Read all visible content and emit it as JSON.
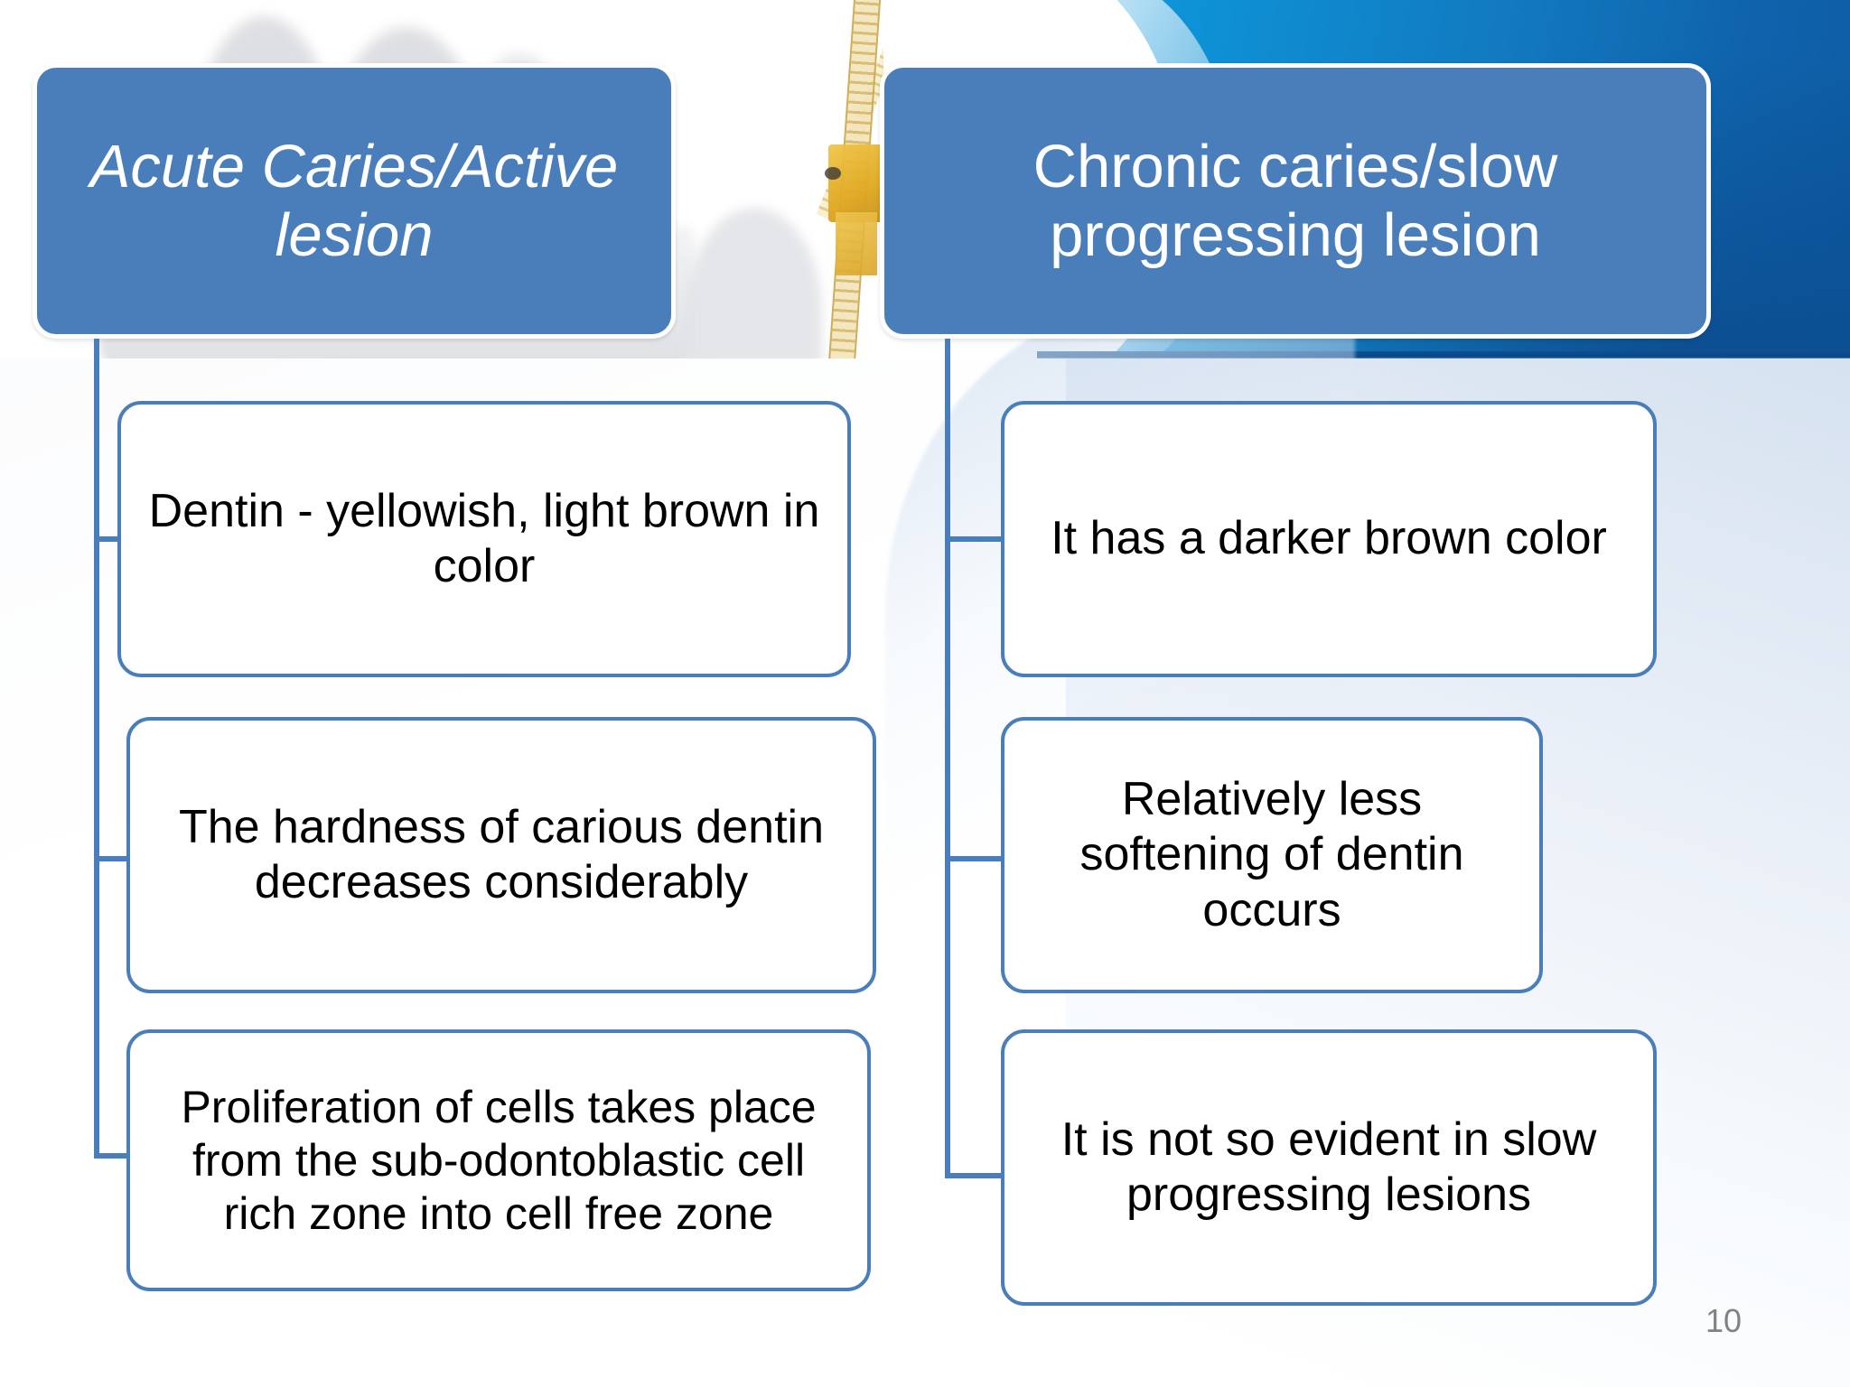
{
  "slide": {
    "page_number": "10",
    "accent_color": "#4a7ebb",
    "banner_color_start": "#0a9ede",
    "banner_color_end": "#0d5ba3",
    "text_color": "#000000",
    "header_text_color": "#ffffff",
    "page_number_color": "#808285"
  },
  "columns": [
    {
      "id": "acute",
      "header": "Acute Caries/Active lesion",
      "items": [
        "Dentin - yellowish, light brown in color",
        "The hardness of carious dentin decreases considerably",
        "Proliferation of cells takes place from the sub-odontoblastic cell rich zone into cell free zone"
      ]
    },
    {
      "id": "chronic",
      "header": "Chronic caries/slow progressing lesion",
      "items": [
        "It has a darker brown color",
        "Relatively less softening of dentin occurs",
        "It is not so evident in slow progressing lesions"
      ]
    }
  ]
}
